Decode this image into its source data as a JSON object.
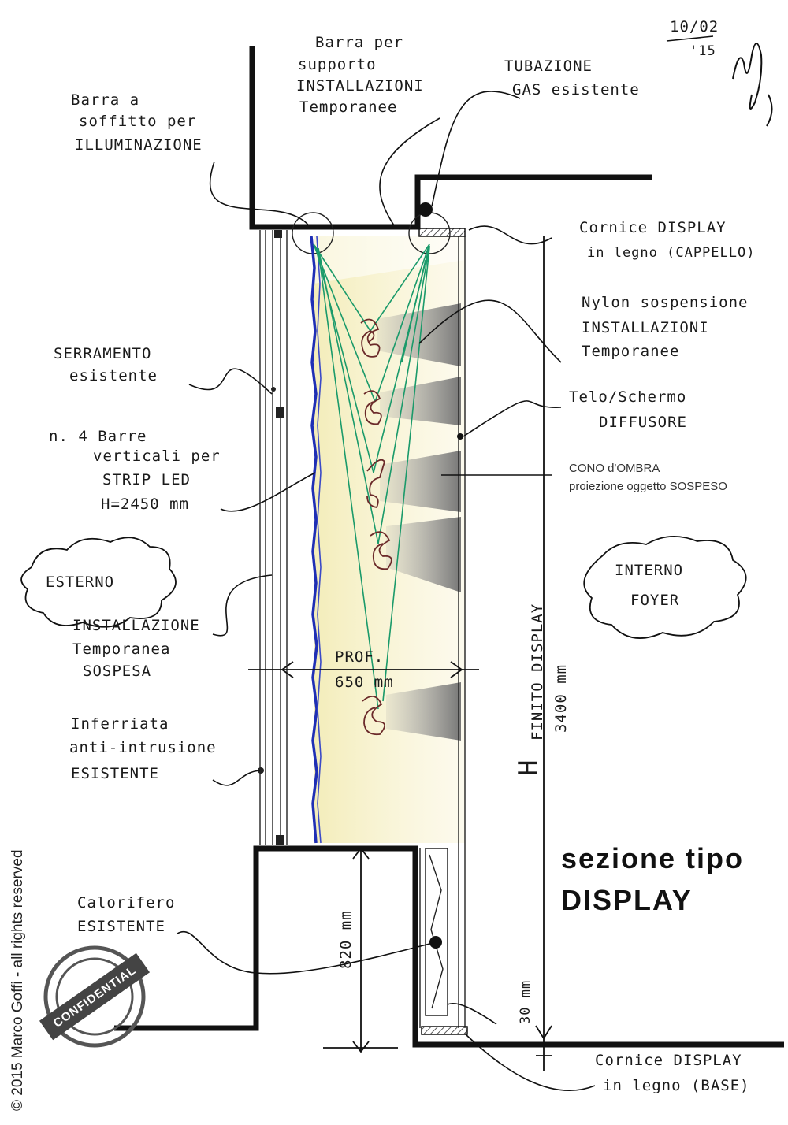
{
  "drawing": {
    "title_line1": "sezione tipo",
    "title_line2": "DISPLAY",
    "date_line1": "10/02",
    "date_line2": "'15",
    "copyright": "© 2015 Marco Goffi - all rights reserved",
    "stamp_text": "CONFIDENTIAL"
  },
  "labels": {
    "barra_soffitto": [
      "Barra a",
      "soffitto per",
      "ILLUMINAZIONE"
    ],
    "barra_supporto": [
      "Barra per",
      "supporto",
      "INSTALLAZIONI",
      "Temporanee"
    ],
    "tubazione_gas": [
      "TUBAZIONE",
      "GAS esistente"
    ],
    "cornice_cappello": [
      "Cornice DISPLAY",
      "in legno (CAPPELLO)"
    ],
    "nylon": [
      "Nylon sospensione",
      "INSTALLAZIONI",
      "Temporanee"
    ],
    "serramento": [
      "SERRAMENTO",
      "esistente"
    ],
    "telo_schermo": [
      "Telo/Schermo",
      "DIFFUSORE"
    ],
    "barre_verticali": [
      "n. 4 Barre",
      "verticali per",
      "STRIP LED",
      "H=2450 mm"
    ],
    "cono_ombra": [
      "CONO d'OMBRA",
      "proiezione oggetto SOSPESO"
    ],
    "esterno": "ESTERNO",
    "interno": [
      "INTERNO",
      "FOYER"
    ],
    "installazione": [
      "INSTALLAZIONE",
      "Temporanea",
      "SOSPESA"
    ],
    "profondita": [
      "PROF.",
      "650 mm"
    ],
    "inferriata": [
      "Inferriata",
      "anti-intrusione",
      "ESISTENTE"
    ],
    "altezza": [
      "H",
      "FINITO DISPLAY",
      "3400 mm"
    ],
    "calorifero": [
      "Calorifero",
      "ESISTENTE"
    ],
    "quota_base": "820 mm",
    "quota_cornice": "30 mm",
    "cornice_base": [
      "Cornice DISPLAY",
      "in legno (BASE)"
    ]
  },
  "colors": {
    "ink": "#111111",
    "led_strip": "#1f2fb5",
    "nylon_threads": "#1a9a6a",
    "light_wash": "#f6efc4",
    "shadow_cone": "#7a7a7a",
    "suspended_object": "#6b2a2a"
  }
}
